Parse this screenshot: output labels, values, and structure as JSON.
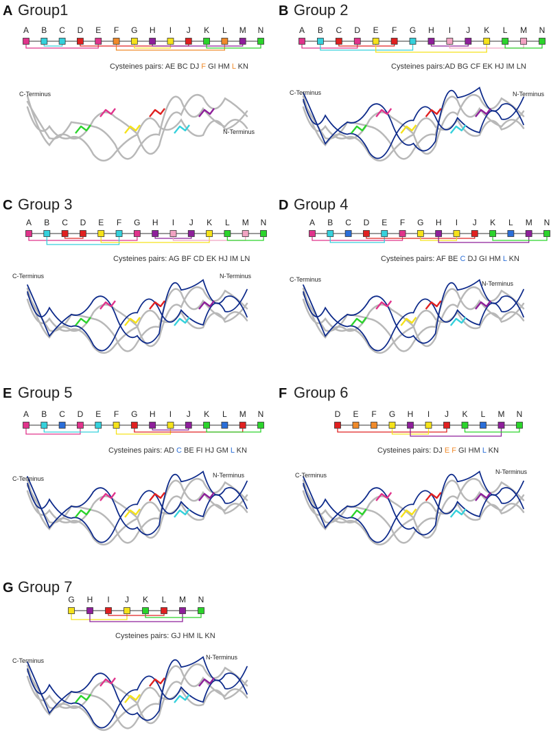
{
  "common": {
    "c_terminus": "C-Terminus",
    "n_terminus": "N-Terminus"
  },
  "colors": {
    "A": "#e0338b",
    "B": "#35d1dc",
    "C": "#2a6ed8",
    "D": "#e02020",
    "E": "#f08a2a",
    "F": "#f5e21a",
    "G": "#f5e21a",
    "H": "#8e1f9a",
    "I": "#f5e21a",
    "J": "#e02020",
    "K": "#2bd42b",
    "L": "#f08a2a",
    "M": "#8e1f9a",
    "N": "#2bd42b",
    "pink": "#f1a3c2",
    "cyan": "#35d1dc",
    "blue": "#2a6ed8",
    "orange": "#f08a2a",
    "yellow": "#f5e21a",
    "red": "#e02020",
    "green": "#2bd42b",
    "purple": "#8e1f9a",
    "magenta": "#e0338b",
    "navy": "#0d2a8a",
    "grey": "#b8b8b8"
  },
  "panels": [
    {
      "id": "A",
      "title": "Group1",
      "sites": [
        "A",
        "B",
        "C",
        "D",
        "E",
        "F",
        "G",
        "H",
        "I",
        "J",
        "K",
        "L",
        "M",
        "N"
      ],
      "box_colors": [
        "magenta",
        "cyan",
        "cyan",
        "red",
        "magenta",
        "orange",
        "yellow",
        "purple",
        "yellow",
        "red",
        "green",
        "orange",
        "purple",
        "green"
      ],
      "pairs_prefix": "Cysteines pairs: AE BC DJ ",
      "pairs_hl1": "F",
      "pairs_hl1_color": "orange",
      "pairs_mid": " GI HM ",
      "pairs_hl2": "L",
      "pairs_hl2_color": "orange",
      "pairs_suffix": " KN"
    },
    {
      "id": "B",
      "title": "Group 2",
      "sites": [
        "A",
        "B",
        "C",
        "D",
        "E",
        "F",
        "G",
        "H",
        "I",
        "J",
        "K",
        "L",
        "M",
        "N"
      ],
      "box_colors": [
        "magenta",
        "cyan",
        "red",
        "magenta",
        "yellow",
        "red",
        "cyan",
        "purple",
        "pink",
        "purple",
        "yellow",
        "green",
        "pink",
        "green"
      ],
      "pairs_prefix": "Cysteines pairs:AD BG CF EK HJ IM LN",
      "pairs_hl1": "",
      "pairs_hl1_color": "orange",
      "pairs_mid": "",
      "pairs_hl2": "",
      "pairs_hl2_color": "orange",
      "pairs_suffix": ""
    },
    {
      "id": "C",
      "title": "Group 3",
      "sites": [
        "A",
        "B",
        "C",
        "D",
        "E",
        "F",
        "G",
        "H",
        "I",
        "J",
        "K",
        "L",
        "M",
        "N"
      ],
      "box_colors": [
        "magenta",
        "cyan",
        "red",
        "red",
        "yellow",
        "cyan",
        "magenta",
        "purple",
        "pink",
        "purple",
        "yellow",
        "green",
        "pink",
        "green"
      ],
      "pairs_prefix": "Cysteines pairs: AG BF CD EK HJ IM LN",
      "pairs_hl1": "",
      "pairs_hl1_color": "orange",
      "pairs_mid": "",
      "pairs_hl2": "",
      "pairs_hl2_color": "orange",
      "pairs_suffix": ""
    },
    {
      "id": "D",
      "title": "Group 4",
      "sites": [
        "A",
        "B",
        "C",
        "D",
        "E",
        "F",
        "G",
        "H",
        "I",
        "J",
        "K",
        "L",
        "M",
        "N"
      ],
      "box_colors": [
        "magenta",
        "cyan",
        "blue",
        "red",
        "cyan",
        "magenta",
        "yellow",
        "purple",
        "yellow",
        "red",
        "green",
        "blue",
        "purple",
        "green"
      ],
      "pairs_prefix": "Cysteines pairs: AF BE ",
      "pairs_hl1": "C",
      "pairs_hl1_color": "blue",
      "pairs_mid": " DJ GI HM ",
      "pairs_hl2": "L",
      "pairs_hl2_color": "blue",
      "pairs_suffix": " KN"
    },
    {
      "id": "E",
      "title": "Group 5",
      "sites": [
        "A",
        "B",
        "C",
        "D",
        "E",
        "F",
        "G",
        "H",
        "I",
        "J",
        "K",
        "L",
        "M",
        "N"
      ],
      "box_colors": [
        "magenta",
        "cyan",
        "blue",
        "magenta",
        "cyan",
        "yellow",
        "red",
        "purple",
        "yellow",
        "purple",
        "green",
        "blue",
        "red",
        "green"
      ],
      "pairs_prefix": "Cysteines pairs: AD ",
      "pairs_hl1": "C",
      "pairs_hl1_color": "blue",
      "pairs_mid": " BE FI HJ GM ",
      "pairs_hl2": "L",
      "pairs_hl2_color": "blue",
      "pairs_suffix": " KN"
    },
    {
      "id": "F",
      "title": "Group 6",
      "sites": [
        "D",
        "E",
        "F",
        "G",
        "H",
        "I",
        "J",
        "K",
        "L",
        "M",
        "N"
      ],
      "box_colors": [
        "red",
        "orange",
        "orange",
        "yellow",
        "purple",
        "yellow",
        "red",
        "green",
        "blue",
        "purple",
        "green"
      ],
      "pairs_prefix": "Cysteines pairs: DJ ",
      "pairs_hl1": "E F",
      "pairs_hl1_color": "orange",
      "pairs_mid": " GI HM ",
      "pairs_hl2": "L",
      "pairs_hl2_color": "blue",
      "pairs_suffix": " KN"
    },
    {
      "id": "G",
      "title": "Group 7",
      "sites": [
        "G",
        "H",
        "I",
        "J",
        "K",
        "L",
        "M",
        "N"
      ],
      "box_colors": [
        "yellow",
        "purple",
        "red",
        "yellow",
        "green",
        "red",
        "purple",
        "green"
      ],
      "pairs_prefix": "Cysteines pairs: GJ HM IL KN",
      "pairs_hl1": "",
      "pairs_hl1_color": "orange",
      "pairs_mid": "",
      "pairs_hl2": "",
      "pairs_hl2_color": "orange",
      "pairs_suffix": ""
    }
  ]
}
